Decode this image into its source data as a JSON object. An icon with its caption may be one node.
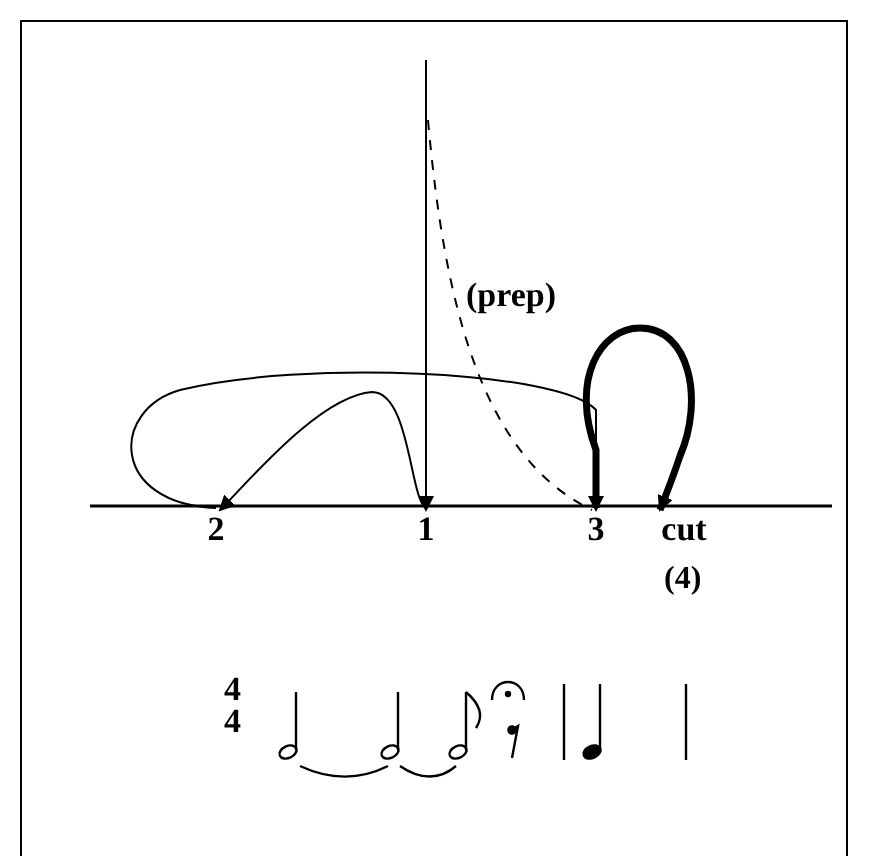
{
  "diagram": {
    "nodes": [
      {
        "text": [
          "2"
        ]
      },
      {
        "text": [
          "1"
        ]
      },
      {
        "text": [
          "3"
        ]
      },
      {
        "text": [
          "cut"
        ],
        "beside": [
          "(4)"
        ]
      }
    ],
    "edges": [
      {
        "from": null,
        "to": 1,
        "arrow": "to"
      },
      {
        "from": 1,
        "to": 0,
        "arrow": "to"
      },
      {
        "from": 0,
        "to": 2,
        "arrow": "to"
      },
      {
        "from": 2,
        "to": 3,
        "arrow": "to",
        "style": "thick"
      },
      {
        "from": null,
        "to": 2,
        "arrow": "none",
        "style": "dashed",
        "label": "(prep)"
      }
    ],
    "labels": [
      "4",
      "4"
    ]
  }
}
